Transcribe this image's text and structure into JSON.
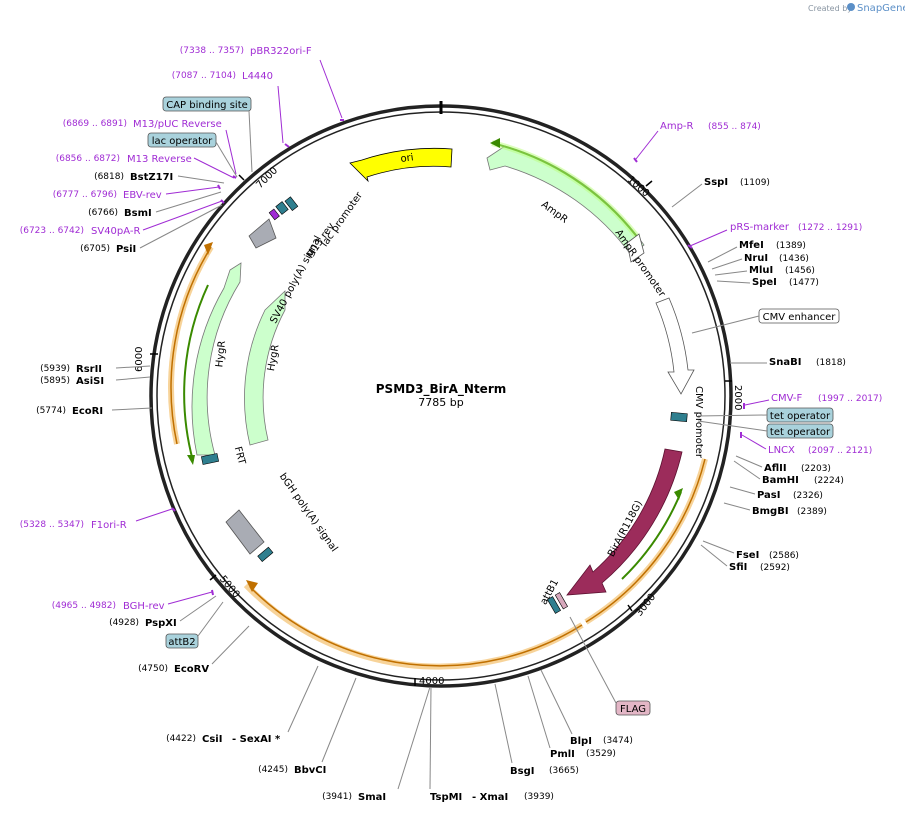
{
  "credit": {
    "prefix": "Created by",
    "brand": "SnapGene"
  },
  "plasmid": {
    "name": "PSMD3_BirA_Nterm",
    "length_label": "7785 bp",
    "length": 7785
  },
  "colors": {
    "primer": "#a02cd4",
    "backbone": "#222222",
    "feature_green": "#c8ffc8",
    "yellow": "#ffff00",
    "bira": "#9c2c5b",
    "grey": "#a9acb4",
    "teal": "#2f7f8f"
  },
  "ticks": [
    "1000",
    "2000",
    "3000",
    "4000",
    "5000",
    "6000",
    "7000"
  ],
  "features": {
    "ori": "ori",
    "ampr": "AmpR",
    "ampr_promoter": "AmpR promoter",
    "cmv_promoter": "CMV promoter",
    "bira": "BirA(R118G)",
    "hygr1": "HygR",
    "hygr2": "HygR",
    "frt": "FRT",
    "sv40": "SV40 poly(A) signal",
    "bgh": "bGH poly(A) signal",
    "lac_promoter": "lac promoter",
    "m13rev": "M13 rev",
    "attb1": "attB1"
  },
  "boxed": {
    "cap": "CAP binding site",
    "lac_operator": "lac operator",
    "cmv_enhancer": "CMV enhancer",
    "tet1": "tet operator",
    "tet2": "tet operator",
    "attb2": "attB2",
    "flag": "FLAG"
  },
  "primers": {
    "pbr": {
      "coord": "(7338 .. 7357)",
      "name": "pBR322ori-F"
    },
    "l4440": {
      "coord": "(7087 .. 7104)",
      "name": "L4440"
    },
    "m13puc": {
      "coord": "(6869 .. 6891)",
      "name": "M13/pUC Reverse"
    },
    "m13rev": {
      "coord": "(6856 .. 6872)",
      "name": "M13 Reverse"
    },
    "ebv": {
      "coord": "(6777 .. 6796)",
      "name": "EBV-rev"
    },
    "sv40pa": {
      "coord": "(6723 .. 6742)",
      "name": "SV40pA-R"
    },
    "f1ori": {
      "coord": "(5328 .. 5347)",
      "name": "F1ori-R"
    },
    "bgh": {
      "coord": "(4965 .. 4982)",
      "name": "BGH-rev"
    },
    "ampr": {
      "name": "Amp-R",
      "coord": "(855 .. 874)"
    },
    "prs": {
      "name": "pRS-marker",
      "coord": "(1272 .. 1291)"
    },
    "cmvf": {
      "name": "CMV-F",
      "coord": "(1997 .. 2017)"
    },
    "lncx": {
      "name": "LNCX",
      "coord": "(2097 .. 2121)"
    }
  },
  "sites": {
    "bstz": {
      "coord": "(6818)",
      "name": "BstZ17I"
    },
    "bsmi": {
      "coord": "(6766)",
      "name": "BsmI"
    },
    "psii": {
      "coord": "(6705)",
      "name": "PsiI"
    },
    "rsrii": {
      "coord": "(5939)",
      "name": "RsrII"
    },
    "asisi": {
      "coord": "(5895)",
      "name": "AsiSI"
    },
    "ecori": {
      "coord": "(5774)",
      "name": "EcoRI"
    },
    "pspxi": {
      "coord": "(4928)",
      "name": "PspXI"
    },
    "ecorv": {
      "coord": "(4750)",
      "name": "EcoRV"
    },
    "csii": {
      "coord": "(4422)",
      "name": "CsiI",
      "extra": "- SexAI *"
    },
    "bbvci": {
      "coord": "(4245)",
      "name": "BbvCI"
    },
    "smai": {
      "coord": "(3941)",
      "name": "SmaI"
    },
    "tspmi": {
      "name": "TspMI",
      "extra": "- XmaI",
      "coord": "(3939)"
    },
    "bsgi": {
      "name": "BsgI",
      "coord": "(3665)"
    },
    "pmli": {
      "name": "PmlI",
      "coord": "(3529)"
    },
    "blpi": {
      "name": "BlpI",
      "coord": "(3474)"
    },
    "sspi": {
      "name": "SspI",
      "coord": "(1109)"
    },
    "mfei": {
      "name": "MfeI",
      "coord": "(1389)"
    },
    "nrui": {
      "name": "NruI",
      "coord": "(1436)"
    },
    "mlui": {
      "name": "MluI",
      "coord": "(1456)"
    },
    "spei": {
      "name": "SpeI",
      "coord": "(1477)"
    },
    "snabi": {
      "name": "SnaBI",
      "coord": "(1818)"
    },
    "aflii": {
      "name": "AflII",
      "coord": "(2203)"
    },
    "bamhi": {
      "name": "BamHI",
      "coord": "(2224)"
    },
    "pasi": {
      "name": "PasI",
      "coord": "(2326)"
    },
    "bmgbi": {
      "name": "BmgBI",
      "coord": "(2389)"
    },
    "fsei": {
      "name": "FseI",
      "coord": "(2586)"
    },
    "sfii": {
      "name": "SfiI",
      "coord": "(2592)"
    }
  }
}
